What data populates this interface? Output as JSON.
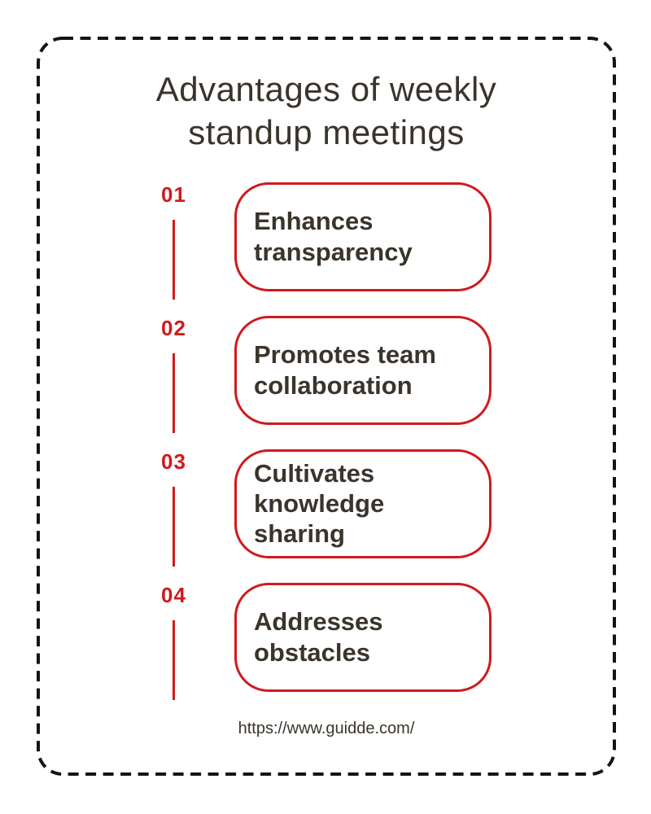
{
  "title": "Advantages of weekly\nstandup meetings",
  "items": [
    {
      "number": "01",
      "label": "Enhances\ntransparency"
    },
    {
      "number": "02",
      "label": "Promotes team\ncollaboration"
    },
    {
      "number": "03",
      "label": "Cultivates\nknowledge\nsharing"
    },
    {
      "number": "04",
      "label": "Addresses\nobstacles"
    }
  ],
  "footer": {
    "url": "https://www.guidde.com/"
  },
  "colors": {
    "accent_red": "#CE1B1E",
    "text": "#3A342C",
    "frame_border": "#141414",
    "background": "#FFFFFF"
  }
}
